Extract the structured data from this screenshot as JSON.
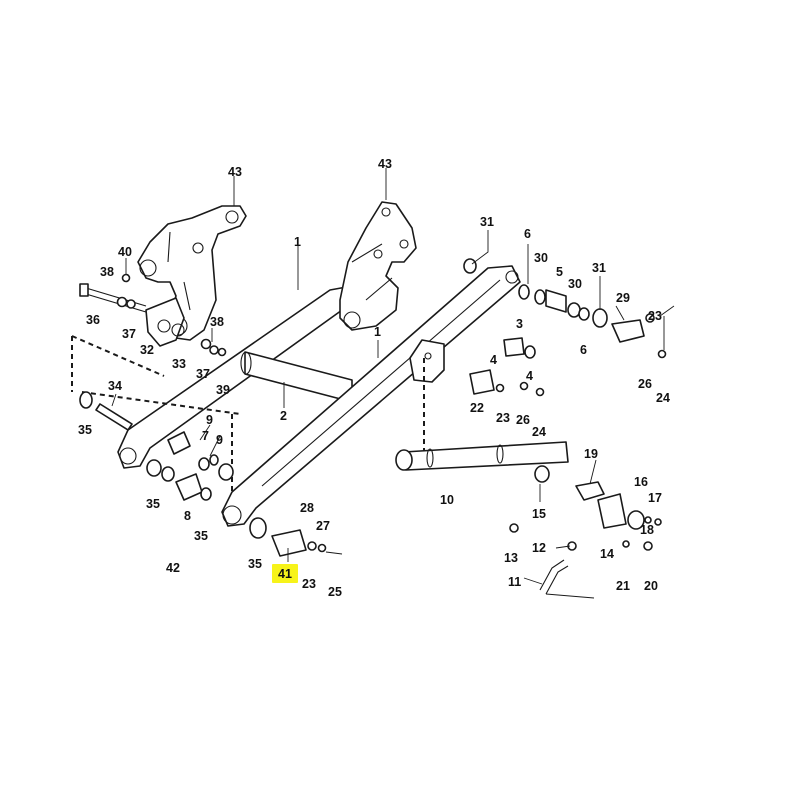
{
  "highlight_color": "#f7f31a",
  "highlighted_label": "41",
  "callouts": [
    {
      "id": "c43a",
      "text": "43"
    },
    {
      "id": "c43b",
      "text": "43"
    },
    {
      "id": "c1a",
      "text": "1"
    },
    {
      "id": "c1b",
      "text": "1"
    },
    {
      "id": "c2",
      "text": "2"
    },
    {
      "id": "c40",
      "text": "40"
    },
    {
      "id": "c38a",
      "text": "38"
    },
    {
      "id": "c36",
      "text": "36"
    },
    {
      "id": "c37a",
      "text": "37"
    },
    {
      "id": "c32",
      "text": "32"
    },
    {
      "id": "c33",
      "text": "33"
    },
    {
      "id": "c38b",
      "text": "38"
    },
    {
      "id": "c37b",
      "text": "37"
    },
    {
      "id": "c39",
      "text": "39"
    },
    {
      "id": "c34",
      "text": "34"
    },
    {
      "id": "c35a",
      "text": "35"
    },
    {
      "id": "c9a",
      "text": "9"
    },
    {
      "id": "c7",
      "text": "7"
    },
    {
      "id": "c9b",
      "text": "9"
    },
    {
      "id": "c35b",
      "text": "35"
    },
    {
      "id": "c8",
      "text": "8"
    },
    {
      "id": "c35c",
      "text": "35"
    },
    {
      "id": "c42",
      "text": "42"
    },
    {
      "id": "c35d",
      "text": "35"
    },
    {
      "id": "c41",
      "text": "41"
    },
    {
      "id": "c28",
      "text": "28"
    },
    {
      "id": "c27",
      "text": "27"
    },
    {
      "id": "c23a",
      "text": "23"
    },
    {
      "id": "c25",
      "text": "25"
    },
    {
      "id": "c31a",
      "text": "31"
    },
    {
      "id": "c6a",
      "text": "6"
    },
    {
      "id": "c30a",
      "text": "30"
    },
    {
      "id": "c5",
      "text": "5"
    },
    {
      "id": "c30b",
      "text": "30"
    },
    {
      "id": "c31b",
      "text": "31"
    },
    {
      "id": "c29",
      "text": "29"
    },
    {
      "id": "c23b",
      "text": "23"
    },
    {
      "id": "c6b",
      "text": "6"
    },
    {
      "id": "c3",
      "text": "3"
    },
    {
      "id": "c4a",
      "text": "4"
    },
    {
      "id": "c4b",
      "text": "4"
    },
    {
      "id": "c26a",
      "text": "26"
    },
    {
      "id": "c24a",
      "text": "24"
    },
    {
      "id": "c22",
      "text": "22"
    },
    {
      "id": "c23c",
      "text": "23"
    },
    {
      "id": "c26b",
      "text": "26"
    },
    {
      "id": "c24b",
      "text": "24"
    },
    {
      "id": "c10",
      "text": "10"
    },
    {
      "id": "c19",
      "text": "19"
    },
    {
      "id": "c15",
      "text": "15"
    },
    {
      "id": "c16",
      "text": "16"
    },
    {
      "id": "c17",
      "text": "17"
    },
    {
      "id": "c18",
      "text": "18"
    },
    {
      "id": "c14",
      "text": "14"
    },
    {
      "id": "c13",
      "text": "13"
    },
    {
      "id": "c12",
      "text": "12"
    },
    {
      "id": "c11",
      "text": "11"
    },
    {
      "id": "c21",
      "text": "21"
    },
    {
      "id": "c20",
      "text": "20"
    }
  ]
}
